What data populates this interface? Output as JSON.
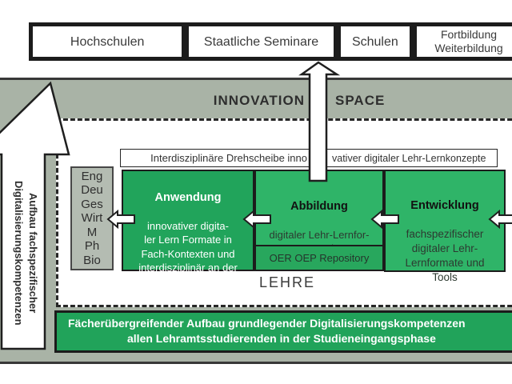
{
  "top_row": {
    "items": [
      {
        "label": "Hochschulen"
      },
      {
        "label": "Staatliche Seminare"
      },
      {
        "label": "Schulen"
      },
      {
        "label": "Fortbildung\nWeiterbildung"
      }
    ]
  },
  "innovation_space": {
    "left": "INNOVATION",
    "right": "SPACE"
  },
  "arrow_label": {
    "text": "Aufbau fachspezifischer\nDigitalisierungskompetenzen"
  },
  "hub_banner": {
    "left_part": "Interdisziplinäre Drehscheibe inno",
    "right_part": "vativer digitaler Lehr-Lernkonzepte"
  },
  "subjects": {
    "text": "Eng\nDeu\nGes\nWirt\nM\nPh\nBio"
  },
  "boxes": {
    "anwendung": {
      "title": "Anwendung",
      "body": "innovativer digita-\nler Lern Formate in\nFach-Kontexten und\ninterdisziplinär an der\nPHKA"
    },
    "abbildung": {
      "title": "Abbildung",
      "body": "digitaler Lehr-Lernfor-\nmate als\nEntwurfsmuster",
      "footer": "OER OEP Repository"
    },
    "entwicklung": {
      "title": "Entwicklung",
      "body": "fachspezifischer\ndigitaler Lehr-\nLernformate und\nTools"
    }
  },
  "lehre": {
    "label": "LEHRE"
  },
  "bottom_banner": {
    "line1": "Fächerübergreifender Aufbau grundlegender Digitalisierungskompetenzen",
    "line2": "allen Lehramtsstudierenden in der Studieneingangsphase"
  },
  "colors": {
    "band_sage": "#a9b3a6",
    "green_dark": "#21a45b",
    "green_bright": "#2fb468",
    "green_oer": "#28a75d",
    "subjects_fill": "#b4bcb2",
    "border_dark": "#1c1c1c"
  }
}
